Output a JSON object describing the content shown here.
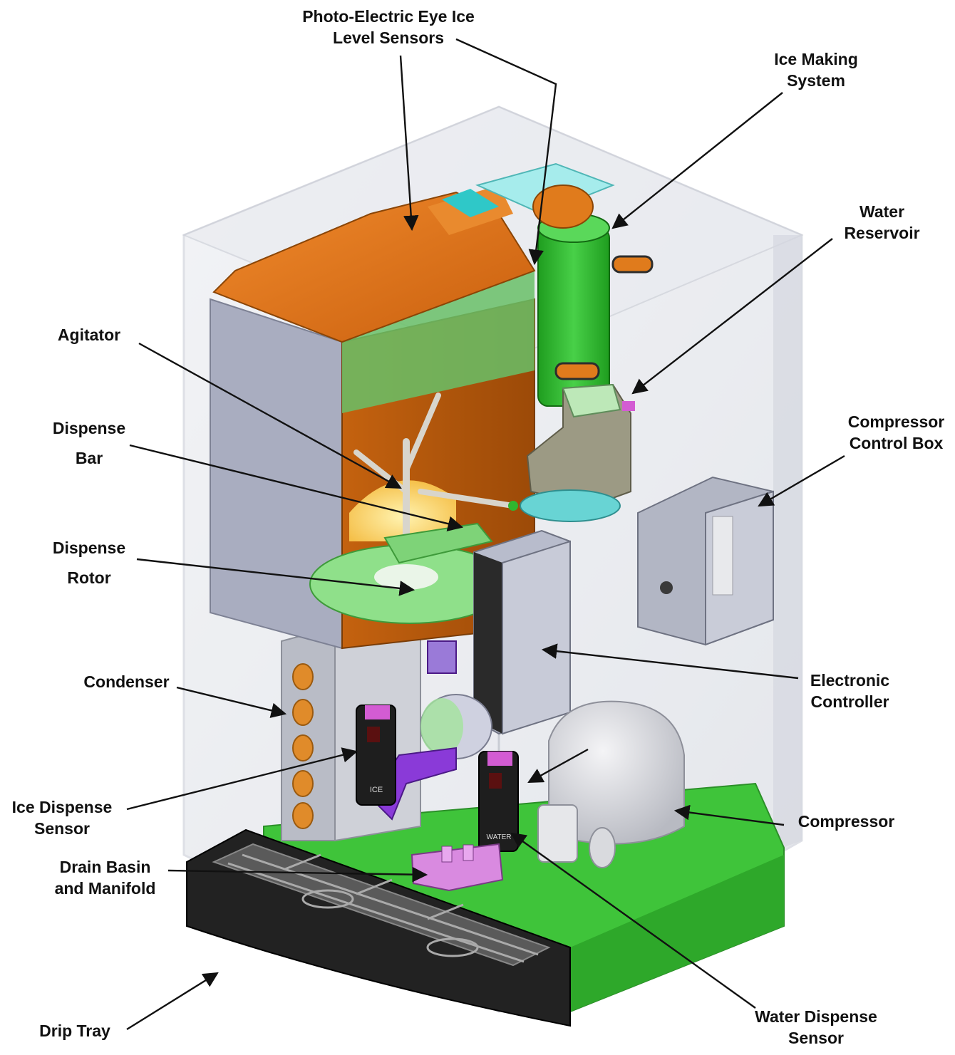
{
  "colors": {
    "bin_orange": "#e5781c",
    "bin_orange_dark": "#b45a10",
    "base_green": "#3fc43a",
    "cabinet_glass": "#dde0e6",
    "panel_grey": "#a9adc0",
    "rotor_green": "#8fe08a",
    "cylinder_green": "#2fb62f",
    "teal_top": "#4fd6d6",
    "controller_grey": "#b8bccc",
    "drip_black": "#222222",
    "drain_pink": "#d98ae0",
    "leader_line": "#111111"
  },
  "labels": {
    "photo_eye": [
      "Photo-Electric Eye Ice",
      "Level Sensors"
    ],
    "ice_making": [
      "Ice Making",
      "System"
    ],
    "water_reservoir": [
      "Water",
      "Reservoir"
    ],
    "agitator": [
      "Agitator"
    ],
    "dispense_bar": [
      "Dispense",
      "Bar"
    ],
    "compressor_control_box": [
      "Compressor",
      "Control Box"
    ],
    "dispense_rotor": [
      "Dispense",
      "Rotor"
    ],
    "condenser": [
      "Condenser"
    ],
    "electronic_controller": [
      "Electronic",
      "Controller"
    ],
    "ice_dispense_sensor": [
      "Ice Dispense",
      "Sensor"
    ],
    "compressor": [
      "Compressor"
    ],
    "drain_basin": [
      "Drain Basin",
      "and Manifold"
    ],
    "drip_tray": [
      "Drip Tray"
    ],
    "water_dispense_sensor": [
      "Water Dispense",
      "Sensor"
    ]
  },
  "device_markings": {
    "ice_sensor_text": "ICE",
    "water_sensor_text": "WATER"
  }
}
